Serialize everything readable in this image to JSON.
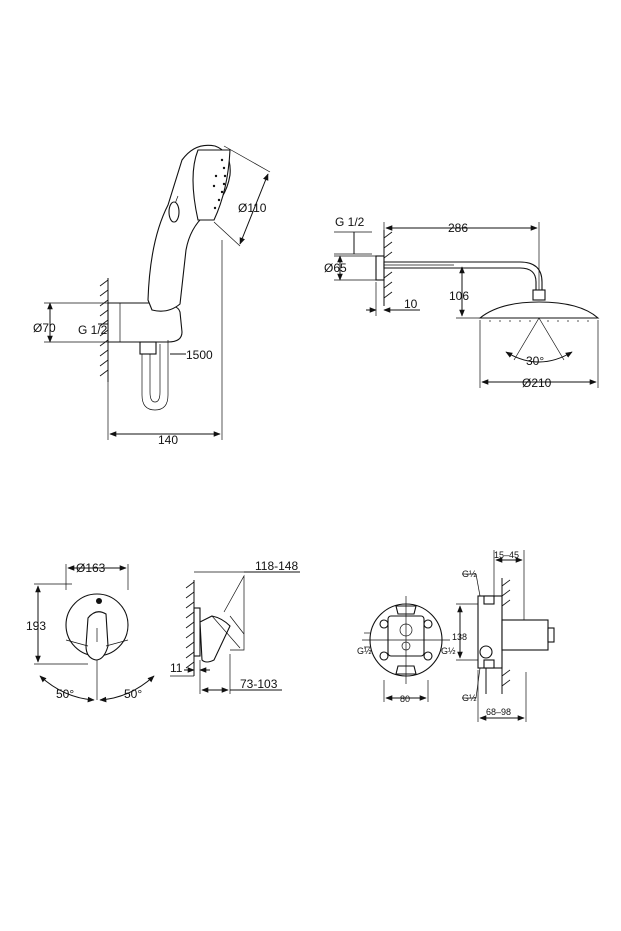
{
  "hand_shower": {
    "dia_head": "Ø110",
    "dia_outlet": "Ø70",
    "thread": "G 1/2",
    "hose_length": "1500",
    "projection": "140"
  },
  "head_shower": {
    "thread": "G 1/2",
    "dia_flange": "Ø65",
    "arm_length": "286",
    "flange_depth": "10",
    "drop": "106",
    "angle": "30°",
    "dia_head": "Ø210"
  },
  "mixer_trim": {
    "dia_plate": "Ø163",
    "height": "193",
    "angle_left": "50°",
    "angle_right": "50°",
    "depth_range": "118-148",
    "gap": "11",
    "lever_range": "73-103"
  },
  "concealed_body": {
    "install_depth": "15–45",
    "thread_top": "G½",
    "thread_left": "G½",
    "thread_right": "G½",
    "thread_bottom": "G½",
    "height": "138",
    "width": "80",
    "depth_range": "68–98"
  }
}
